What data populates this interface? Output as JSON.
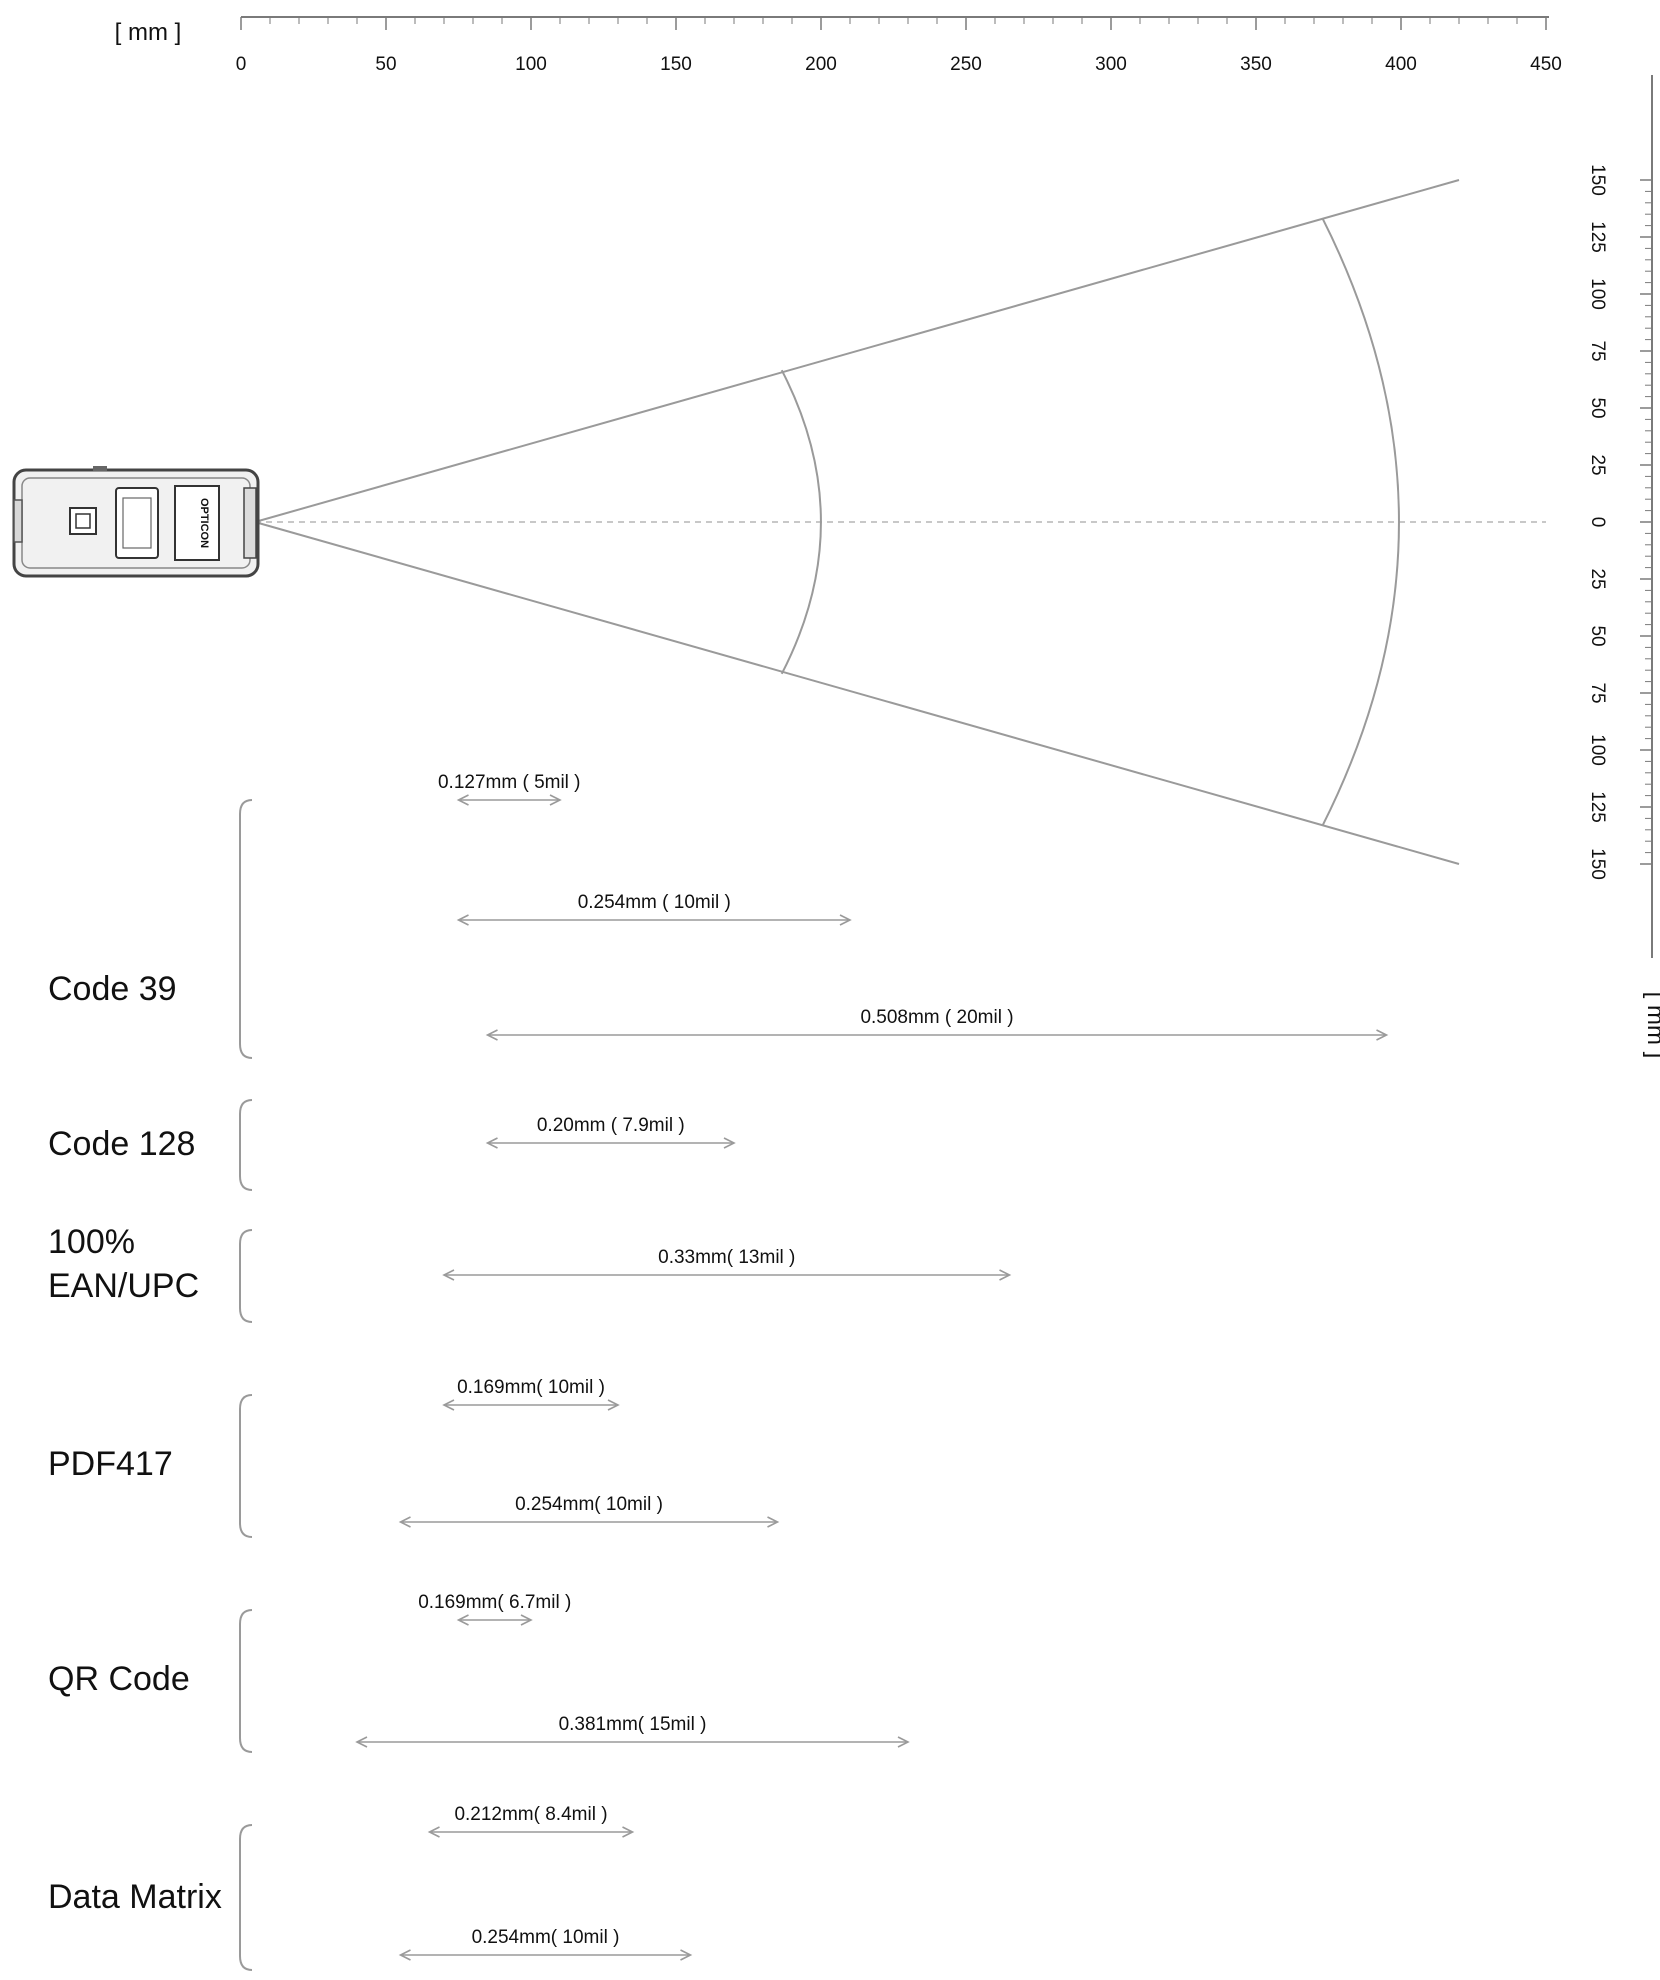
{
  "axes": {
    "unit_top": "[ mm ]",
    "unit_right": "[ mm ]",
    "distance_ticks": [
      "0",
      "50",
      "100",
      "150",
      "200",
      "250",
      "300",
      "350",
      "400",
      "450"
    ],
    "height_ticks": [
      "150",
      "125",
      "100",
      "75",
      "50",
      "25",
      "0",
      "25",
      "50",
      "75",
      "100",
      "125",
      "150"
    ]
  },
  "field_of_view": {
    "x_range_mm": [
      0,
      420
    ],
    "y_range_mm": [
      -150,
      150
    ],
    "arc_radii_mm": [
      200,
      400
    ]
  },
  "device": {
    "brand": "OPTICON",
    "icon": "barcode-scanner-icon"
  },
  "symbologies": [
    {
      "name": "Code 39",
      "ranges": [
        {
          "label": "0.127mm ( 5mil )",
          "from_mm": 75,
          "to_mm": 110
        },
        {
          "label": "0.254mm ( 10mil )",
          "from_mm": 75,
          "to_mm": 210
        },
        {
          "label": "0.508mm ( 20mil )",
          "from_mm": 85,
          "to_mm": 395
        }
      ]
    },
    {
      "name": "Code 128",
      "ranges": [
        {
          "label": "0.20mm ( 7.9mil )",
          "from_mm": 85,
          "to_mm": 170
        }
      ]
    },
    {
      "name": "100%\nEAN/UPC",
      "ranges": [
        {
          "label": "0.33mm( 13mil )",
          "from_mm": 70,
          "to_mm": 265
        }
      ]
    },
    {
      "name": "PDF417",
      "ranges": [
        {
          "label": "0.169mm( 10mil )",
          "from_mm": 70,
          "to_mm": 130
        },
        {
          "label": "0.254mm( 10mil )",
          "from_mm": 55,
          "to_mm": 185
        }
      ]
    },
    {
      "name": "QR Code",
      "ranges": [
        {
          "label": "0.169mm( 6.7mil )",
          "from_mm": 75,
          "to_mm": 100
        },
        {
          "label": "0.381mm( 15mil )",
          "from_mm": 40,
          "to_mm": 230
        }
      ]
    },
    {
      "name": "Data Matrix",
      "ranges": [
        {
          "label": "0.212mm( 8.4mil )",
          "from_mm": 65,
          "to_mm": 135
        },
        {
          "label": "0.254mm( 10mil )",
          "from_mm": 55,
          "to_mm": 155
        }
      ]
    }
  ],
  "colors": {
    "line": "#9a9a9a",
    "axis": "#7a7a7a",
    "text": "#111111",
    "device_body": "#e9e9e9",
    "device_outline": "#444444"
  }
}
